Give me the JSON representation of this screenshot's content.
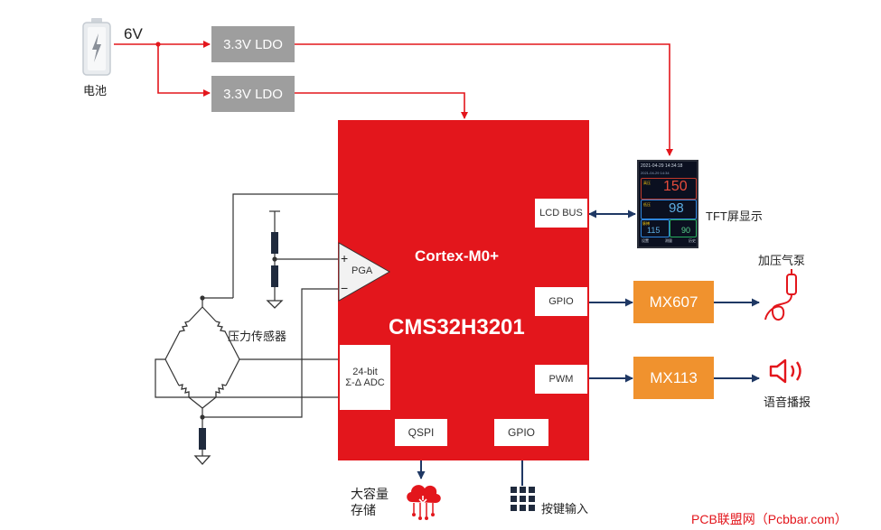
{
  "battery": {
    "label": "电池",
    "voltage": "6V"
  },
  "ldo": {
    "top_label": "3.3V LDO",
    "bottom_label": "3.3V LDO"
  },
  "mcu": {
    "core_label": "Cortex-M0+",
    "chip_label": "CMS32H3201",
    "pga_label": "PGA",
    "plus": "+",
    "minus": "−",
    "adc_label_line1": "24-bit",
    "adc_label_line2": "Σ-Δ ADC",
    "lcd_bus_label": "LCD BUS",
    "gpio_right_label": "GPIO",
    "pwm_label": "PWM",
    "qspi_label": "QSPI",
    "gpio_bottom_label": "GPIO"
  },
  "tft": {
    "label": "TFT屏显示",
    "status_line": "2021-04-29 14:34:18",
    "sub_line": "2021-04-29 14:34",
    "left_tag_1": "高压",
    "left_tag_2": "低压",
    "left_tag_3": "脉搏",
    "sys_value": "150",
    "dia_value": "98",
    "pulse_value": "115",
    "extra_value": "90",
    "footer_left": "设置",
    "footer_mid": "测量",
    "footer_right": "历史"
  },
  "drivers": {
    "pump_driver": "MX607",
    "audio_driver": "MX113"
  },
  "outputs": {
    "pump_label": "加压气泵",
    "speaker_label": "语音播报"
  },
  "sensor": {
    "label": "压力传感器"
  },
  "storage": {
    "label_line1": "大容量",
    "label_line2": "存储"
  },
  "keypad": {
    "label": "按键输入"
  },
  "watermark": {
    "text": "PCB联盟网（Pcbbar.com）"
  },
  "colors": {
    "red": "#e3161c",
    "line_red": "#e3161c",
    "gray": "#9e9e9e",
    "orange": "#f0922e",
    "navy": "#1f3864"
  },
  "icons": [
    "battery-icon",
    "pump-icon",
    "speaker-icon",
    "cloud-storage-icon",
    "keypad-icon",
    "resistor-icon",
    "ground-icon"
  ]
}
